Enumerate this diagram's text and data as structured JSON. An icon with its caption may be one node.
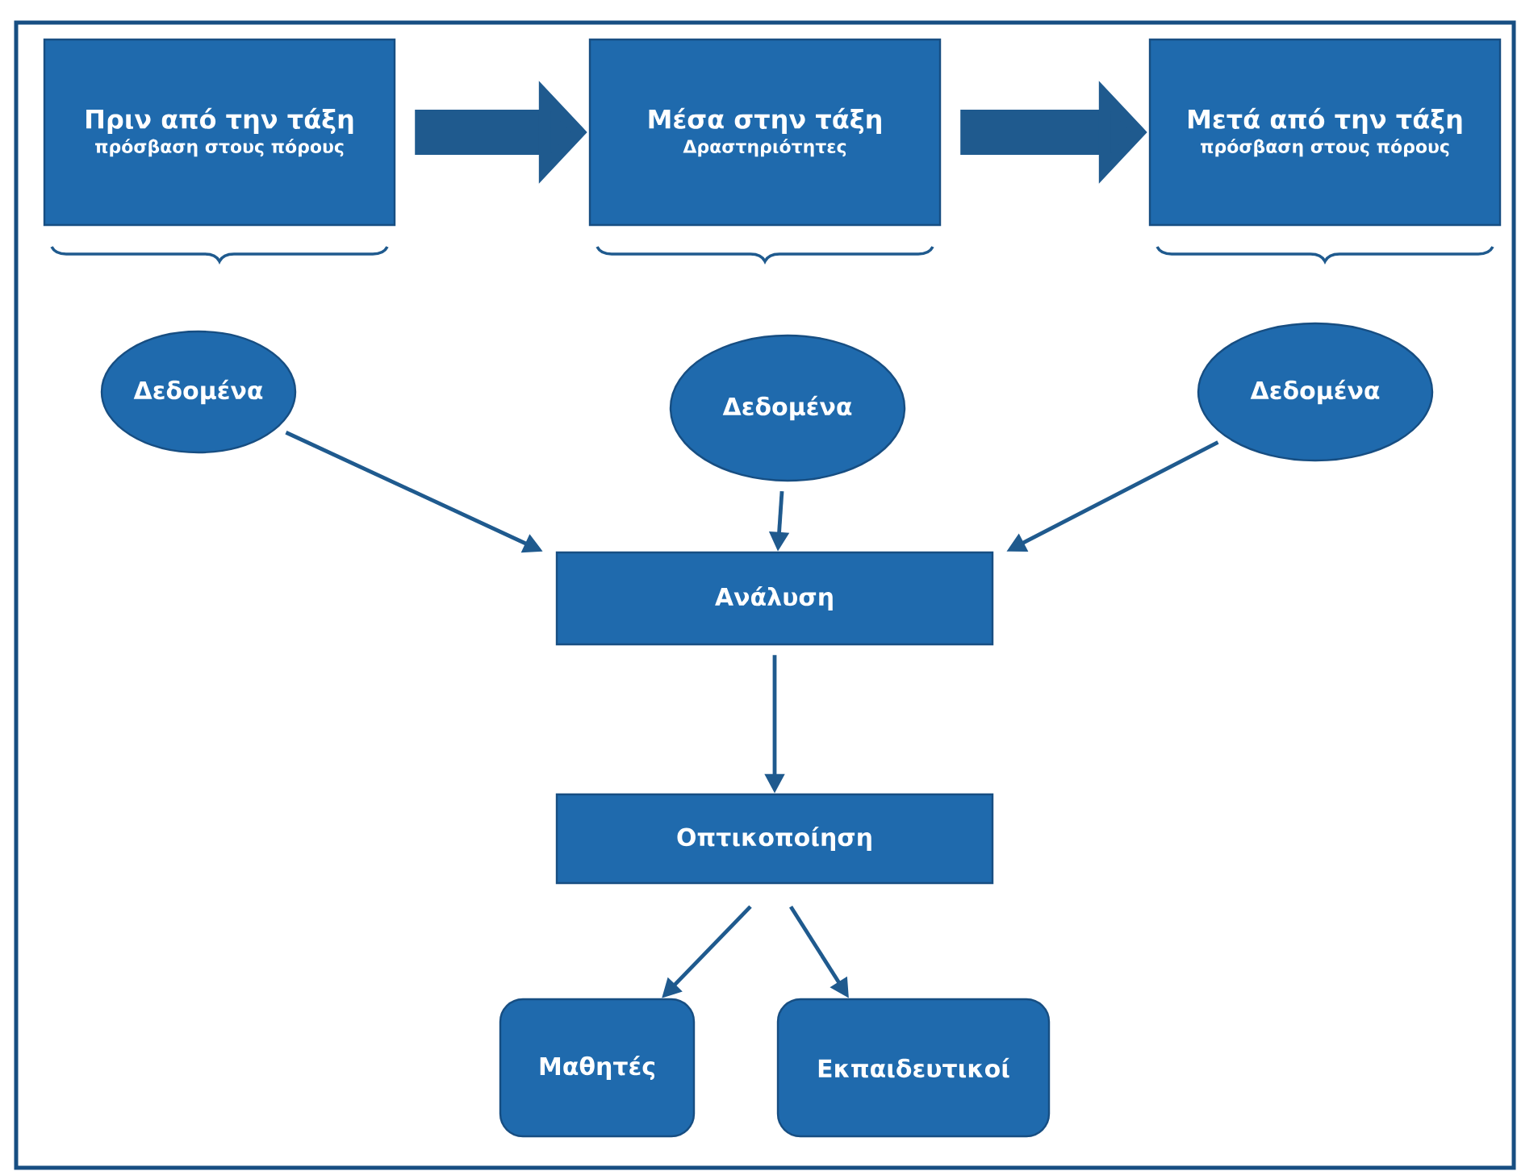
{
  "diagram": {
    "nodes": [
      {
        "text": [
          "Πριν από την τάξη",
          "πρόσβαση στους πόρους"
        ]
      },
      {
        "text": [
          "Μέσα στην τάξη",
          "Δραστηριότητες"
        ]
      },
      {
        "text": [
          "Μετά από την τάξη",
          "πρόσβαση στους πόρους"
        ]
      },
      {
        "text": [
          "Δεδομένα"
        ]
      },
      {
        "text": [
          "Δεδομένα"
        ]
      },
      {
        "text": [
          "Δεδομένα"
        ]
      },
      {
        "text": [
          "Ανάλυση"
        ]
      },
      {
        "text": [
          "Οπτικοποίηση"
        ]
      },
      {
        "text": [
          "Μαθητές"
        ]
      },
      {
        "text": [
          "Εκπαιδευτικοί"
        ]
      }
    ],
    "edges": [
      {
        "from": 0,
        "to": 1,
        "arrow": "to",
        "style": "thick"
      },
      {
        "from": 1,
        "to": 2,
        "arrow": "to",
        "style": "thick"
      },
      {
        "from": 3,
        "to": 6,
        "arrow": "to"
      },
      {
        "from": 4,
        "to": 6,
        "arrow": "to"
      },
      {
        "from": 5,
        "to": 6,
        "arrow": "to"
      },
      {
        "from": 6,
        "to": 7,
        "arrow": "to"
      },
      {
        "from": 7,
        "to": 8,
        "arrow": "to"
      },
      {
        "from": 7,
        "to": 9,
        "arrow": "to"
      }
    ]
  }
}
